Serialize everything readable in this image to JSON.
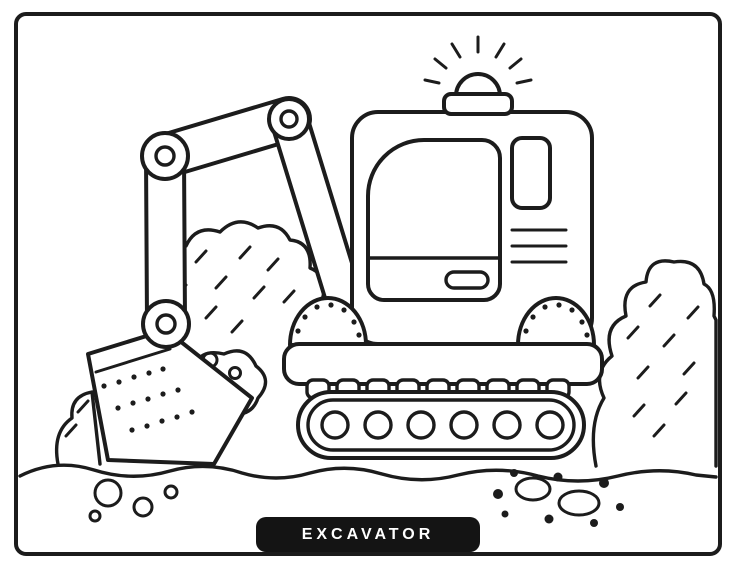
{
  "page": {
    "paper_color": "#ffffff",
    "ink_color": "#1c1c1c",
    "caption": {
      "text": "EXCAVATOR",
      "bg_color": "#141414",
      "text_color": "#ffffff"
    }
  },
  "illustration": {
    "name": "excavator-line-drawing-coloring-page",
    "parts": [
      "warning-beacon",
      "cab-body",
      "front-window",
      "door-handle",
      "air-vents",
      "side-window",
      "boom-arm",
      "arm-joints",
      "bucket",
      "rock-pile",
      "wheel-fenders",
      "chassis-platform",
      "crawler-track",
      "track-wheels",
      "ground-line",
      "pebbles",
      "background-mounds"
    ]
  }
}
